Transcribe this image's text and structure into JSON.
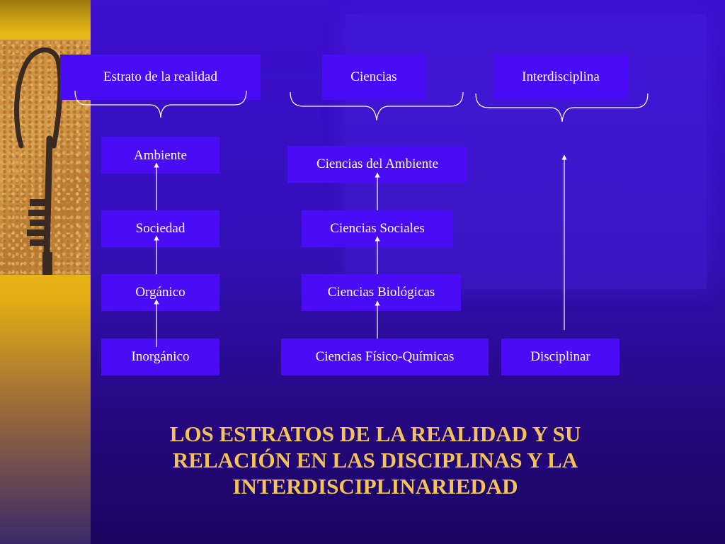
{
  "headers": {
    "estrato": "Estrato de la realidad",
    "ciencias": "Ciencias",
    "interdisciplina": "Interdisciplina"
  },
  "estratos": {
    "ambiente": "Ambiente",
    "sociedad": "Sociedad",
    "organico": "Orgánico",
    "inorganico": "Inorgánico"
  },
  "ciencias": {
    "ambiente": "Ciencias del Ambiente",
    "sociales": "Ciencias Sociales",
    "biologicas": "Ciencias Biológicas",
    "fisico_quimicas": "Ciencias Físico-Químicas"
  },
  "interdisciplina": {
    "disciplinar": "Disciplinar"
  },
  "title": {
    "line1": "LOS ESTRATOS DE LA REALIDAD Y SU",
    "line2": "RELACIÓN EN LAS DISCIPLINAS Y LA",
    "line3": "INTERDISCIPLINARIEDAD"
  },
  "colors": {
    "background": "#3410b8",
    "box": "#4a0cf4",
    "box_text": "#ffffff",
    "title": "#f3c35a",
    "strip": "#f2c11c"
  },
  "icons": {
    "decoration": "key-icon"
  }
}
